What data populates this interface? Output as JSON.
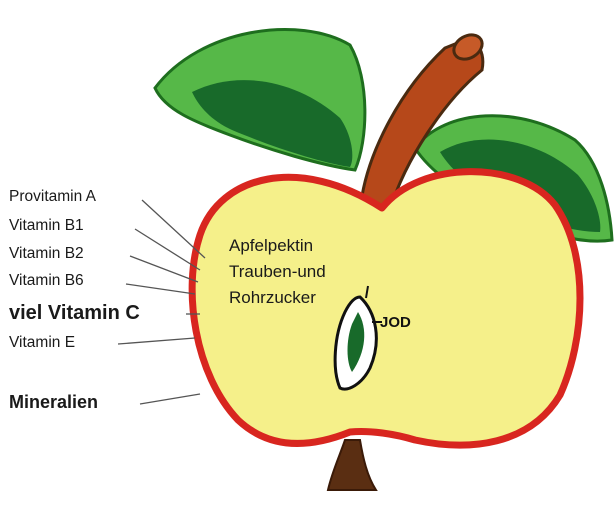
{
  "labels": {
    "provitamin_a": "Provitamin A",
    "vitamin_b1": "Vitamin B1",
    "vitamin_b2": "Vitamin B2",
    "vitamin_b6": "Vitamin B6",
    "viel_vitamin_c": "viel Vitamin C",
    "vitamin_e": "Vitamin E",
    "mineralien": "Mineralien"
  },
  "inner_text": {
    "line1": "Apfelpektin",
    "line2": "Trauben-und",
    "line3": "Rohrzucker",
    "jod": "JOD"
  },
  "colors": {
    "apple_fill": "#f5f08a",
    "apple_outline": "#d8261f",
    "leaf_light": "#56b848",
    "leaf_dark": "#186a2a",
    "stem": "#b6481a",
    "bottom_stem": "#5a2e12"
  }
}
